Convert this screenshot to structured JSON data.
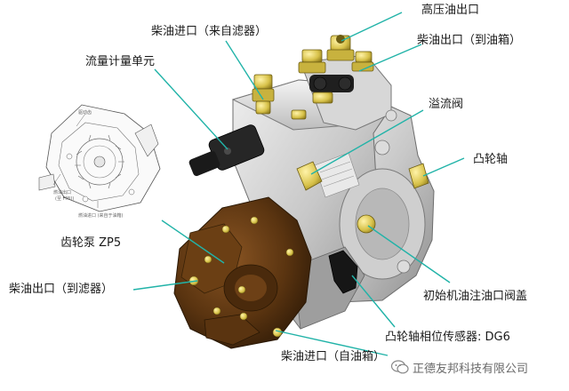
{
  "labels": {
    "high_pressure_outlet": "高压油出口",
    "fuel_inlet_from_filter": "柴油进口（来自滤器）",
    "fuel_outlet_to_tank": "柴油出口（到油箱）",
    "metering_unit": "流量计量单元",
    "overflow_valve": "溢流阀",
    "camshaft": "凸轮轴",
    "gear_pump": "齿轮泵 ZP5",
    "fuel_outlet_to_filter": "柴油出口（到滤器）",
    "priming_valve_cover": "初始机油注油口阀盖",
    "cam_position_sensor": "凸轮轴相位传感器: DG6",
    "fuel_inlet_from_tank": "柴油进口（自油箱）"
  },
  "thumbnail": {
    "label_top": "驱动齿",
    "label_mid": "燃油出口",
    "label_mid2": "(至 FMU)",
    "label_bot": "燃油进口 (来自于油箱)"
  },
  "watermark": {
    "text": "正德友邦科技有限公司"
  },
  "colors": {
    "leader_line": "#21b3a8",
    "brass": "#d8c24a",
    "pump_body": "#c9c9c9",
    "gear_housing": "#5a3410"
  }
}
